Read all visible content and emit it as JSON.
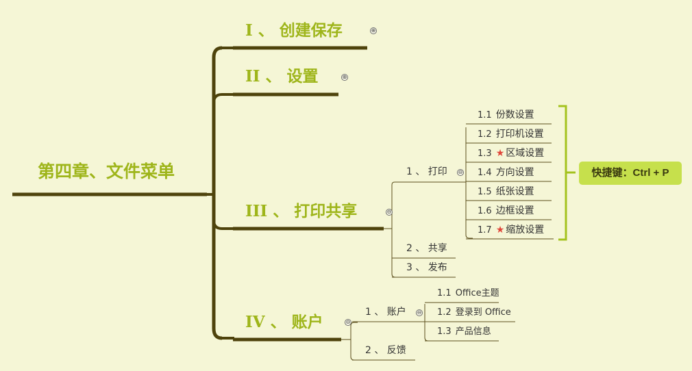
{
  "colors": {
    "background": "#f5f6d6",
    "topic_text": "#9eb51a",
    "subtopic_text": "#333333",
    "thick_line": "#4e430c",
    "thin_line": "#5b4f1c",
    "bracket": "#a4c21e",
    "callout_bg": "#c6e04c",
    "callout_text": "#3a3a10",
    "star": "#e0463a"
  },
  "icons": [
    "expand-plus-icon",
    "collapse-minus-icon",
    "star-icon"
  ],
  "root": {
    "label": "第四章、文件菜单"
  },
  "sections": [
    {
      "label": "I 、 创建保存",
      "toggle": "⊕"
    },
    {
      "label": "II 、 设置",
      "toggle": "⊕"
    },
    {
      "label": "III 、 打印共享",
      "toggle": "⊖"
    },
    {
      "label": "IV 、 账户",
      "toggle": "⊖"
    }
  ],
  "print_share": {
    "print": {
      "label": "1 、  打印",
      "toggle": "⊖",
      "items": [
        {
          "num": "1.1",
          "text": "份数设置",
          "star": false
        },
        {
          "num": "1.2",
          "text": "打印机设置",
          "star": false
        },
        {
          "num": "1.3",
          "text": "区域设置",
          "star": true
        },
        {
          "num": "1.4",
          "text": "方向设置",
          "star": false
        },
        {
          "num": "1.5",
          "text": "纸张设置",
          "star": false
        },
        {
          "num": "1.6",
          "text": "边框设置",
          "star": false
        },
        {
          "num": "1.7",
          "text": "缩放设置",
          "star": true
        }
      ]
    },
    "share": {
      "label": "2 、  共享"
    },
    "publish": {
      "label": "3 、  发布"
    }
  },
  "callout": {
    "label": "快捷键：Ctrl + P"
  },
  "account": {
    "account_sub": {
      "label": "1 、  账户",
      "toggle": "⊖",
      "items": [
        {
          "num": "1.1",
          "text": "Office主题"
        },
        {
          "num": "1.2",
          "text": "登录到 Office"
        },
        {
          "num": "1.3",
          "text": "产品信息"
        }
      ]
    },
    "feedback": {
      "label": "2 、  反馈"
    }
  }
}
